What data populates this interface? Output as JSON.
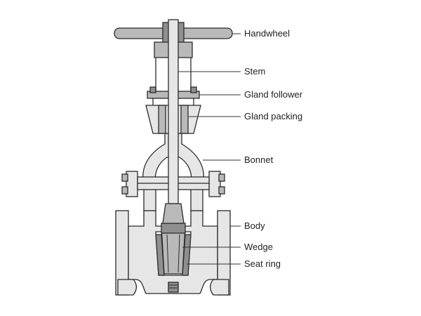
{
  "labels": {
    "handwheel": "Handwheel",
    "stem": "Stem",
    "gland_follower": "Gland follower",
    "gland_packing": "Gland packing",
    "bonnet": "Bonnet",
    "body": "Body",
    "wedge": "Wedge",
    "seat_ring": "Seat ring"
  }
}
